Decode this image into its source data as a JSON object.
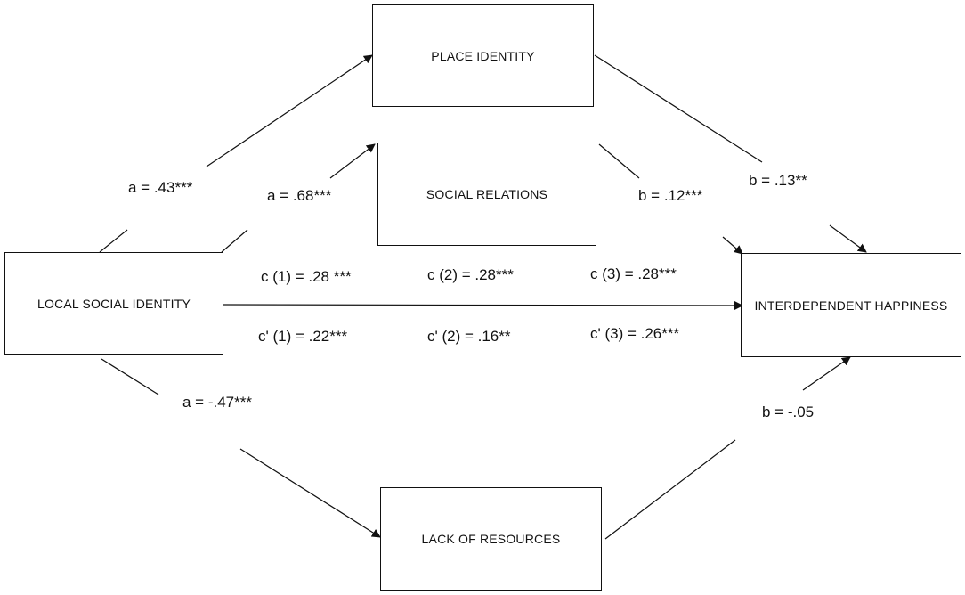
{
  "nodes": {
    "place_identity": "PLACE IDENTITY",
    "social_relations": "SOCIAL RELATIONS",
    "local_social_identity": "LOCAL SOCIAL IDENTITY",
    "interdependent_happiness": "INTERDEPENDENT HAPPINESS",
    "lack_of_resources": "LACK OF RESOURCES"
  },
  "coefficients": {
    "a_place": "a = .43***",
    "a_social": "a = .68***",
    "b_social": "b = .12***",
    "b_place": "b = .13**",
    "c1": "c (1) = .28 ***",
    "c2": "c (2) = .28***",
    "c3": "c (3) = .28***",
    "c_prime1": "c' (1) = .22***",
    "c_prime2": "c' (2) = .16**",
    "c_prime3": "c' (3) = .26***",
    "a_lack": "a = -.47***",
    "b_lack": "b = -.05"
  }
}
